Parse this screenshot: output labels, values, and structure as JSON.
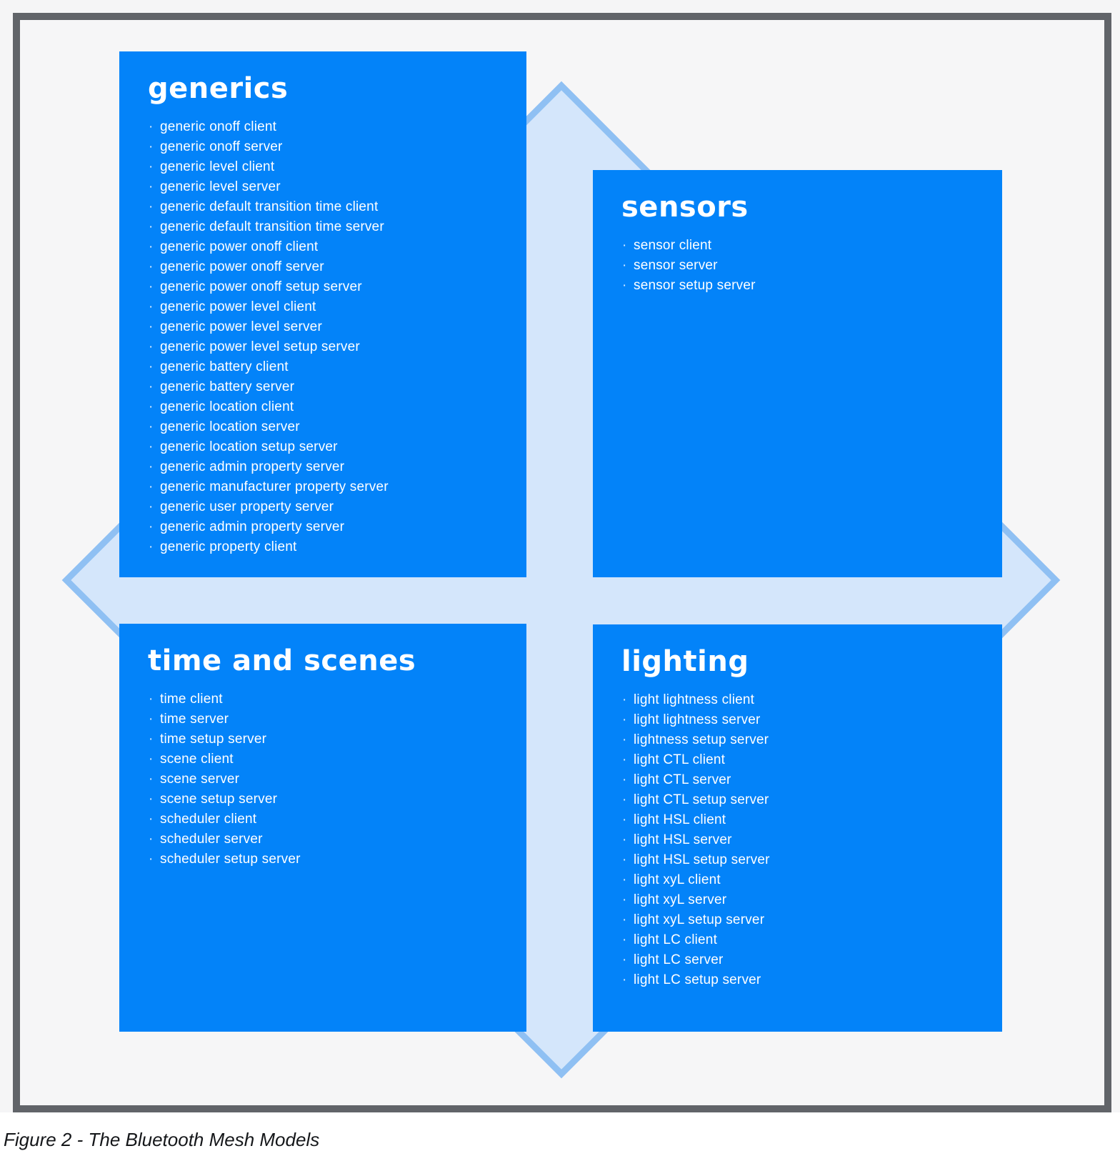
{
  "figure": {
    "caption": "Figure 2 - The Bluetooth Mesh Models",
    "bullet": "·",
    "colors": {
      "box_blue": "#0383f9",
      "diamond_fill": "#d4e6fb",
      "diamond_stroke": "#8fc0f3",
      "frame_border": "#616469",
      "figure_background": "#f5f5f6",
      "list_text": "#ffffff"
    },
    "groups": [
      {
        "id": "generics",
        "title": "generics",
        "items": [
          "generic onoff client",
          "generic onoff server",
          "generic level client",
          "generic level server",
          "generic default transition time client",
          "generic default transition time server",
          "generic power onoff client",
          "generic power onoff server",
          "generic power onoff setup server",
          "generic power level client",
          "generic power level server",
          "generic power level setup server",
          "generic battery client",
          "generic battery server",
          "generic location client",
          "generic location server",
          "generic location setup server",
          "generic admin property server",
          "generic manufacturer property server",
          "generic user property server",
          "generic admin property server",
          "generic property client"
        ]
      },
      {
        "id": "sensors",
        "title": "sensors",
        "items": [
          "sensor client",
          "sensor server",
          "sensor setup server"
        ]
      },
      {
        "id": "time-and-scenes",
        "title": "time and scenes",
        "items": [
          "time client",
          "time server",
          "time setup server",
          "scene client",
          "scene server",
          "scene setup server",
          "scheduler client",
          "scheduler server",
          "scheduler setup server"
        ]
      },
      {
        "id": "lighting",
        "title": "lighting",
        "items": [
          "light lightness client",
          "light lightness server",
          "lightness setup server",
          "light CTL client",
          "light CTL server",
          "light CTL setup server",
          "light HSL client",
          "light HSL server",
          "light HSL setup server",
          "light xyL client",
          "light xyL server",
          "light xyL setup server",
          "light LC client",
          "light LC server",
          "light LC setup server"
        ]
      }
    ]
  }
}
